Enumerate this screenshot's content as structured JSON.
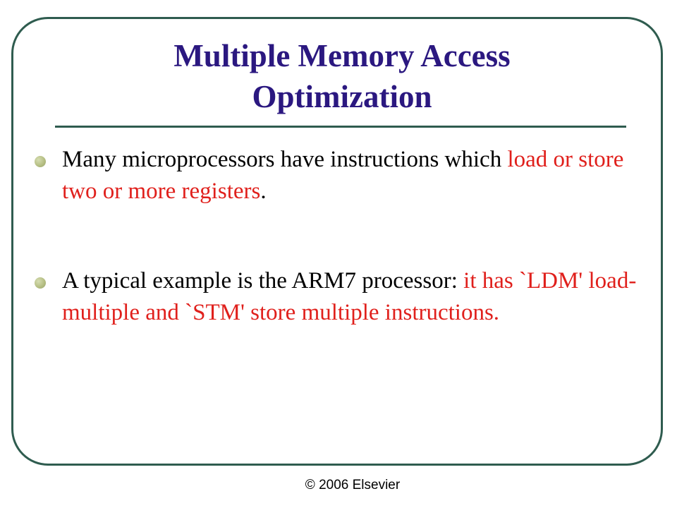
{
  "slide": {
    "title_line1": "Multiple Memory Access",
    "title_line2": "Optimization",
    "bullets": [
      {
        "plain": "Many microprocessors have instructions which ",
        "highlight": "load or store two or more registers",
        "tail": "."
      },
      {
        "plain": "A typical example is the ARM7 processor: ",
        "highlight": "it has `LDM' load-multiple and `STM' store multiple instructions.",
        "tail": ""
      }
    ],
    "footer": "© 2006 Elsevier"
  },
  "colors": {
    "title": "#2b1880",
    "frame": "#2f5c4f",
    "highlight": "#e0201c",
    "bullet_dot": "#b6bf84"
  }
}
